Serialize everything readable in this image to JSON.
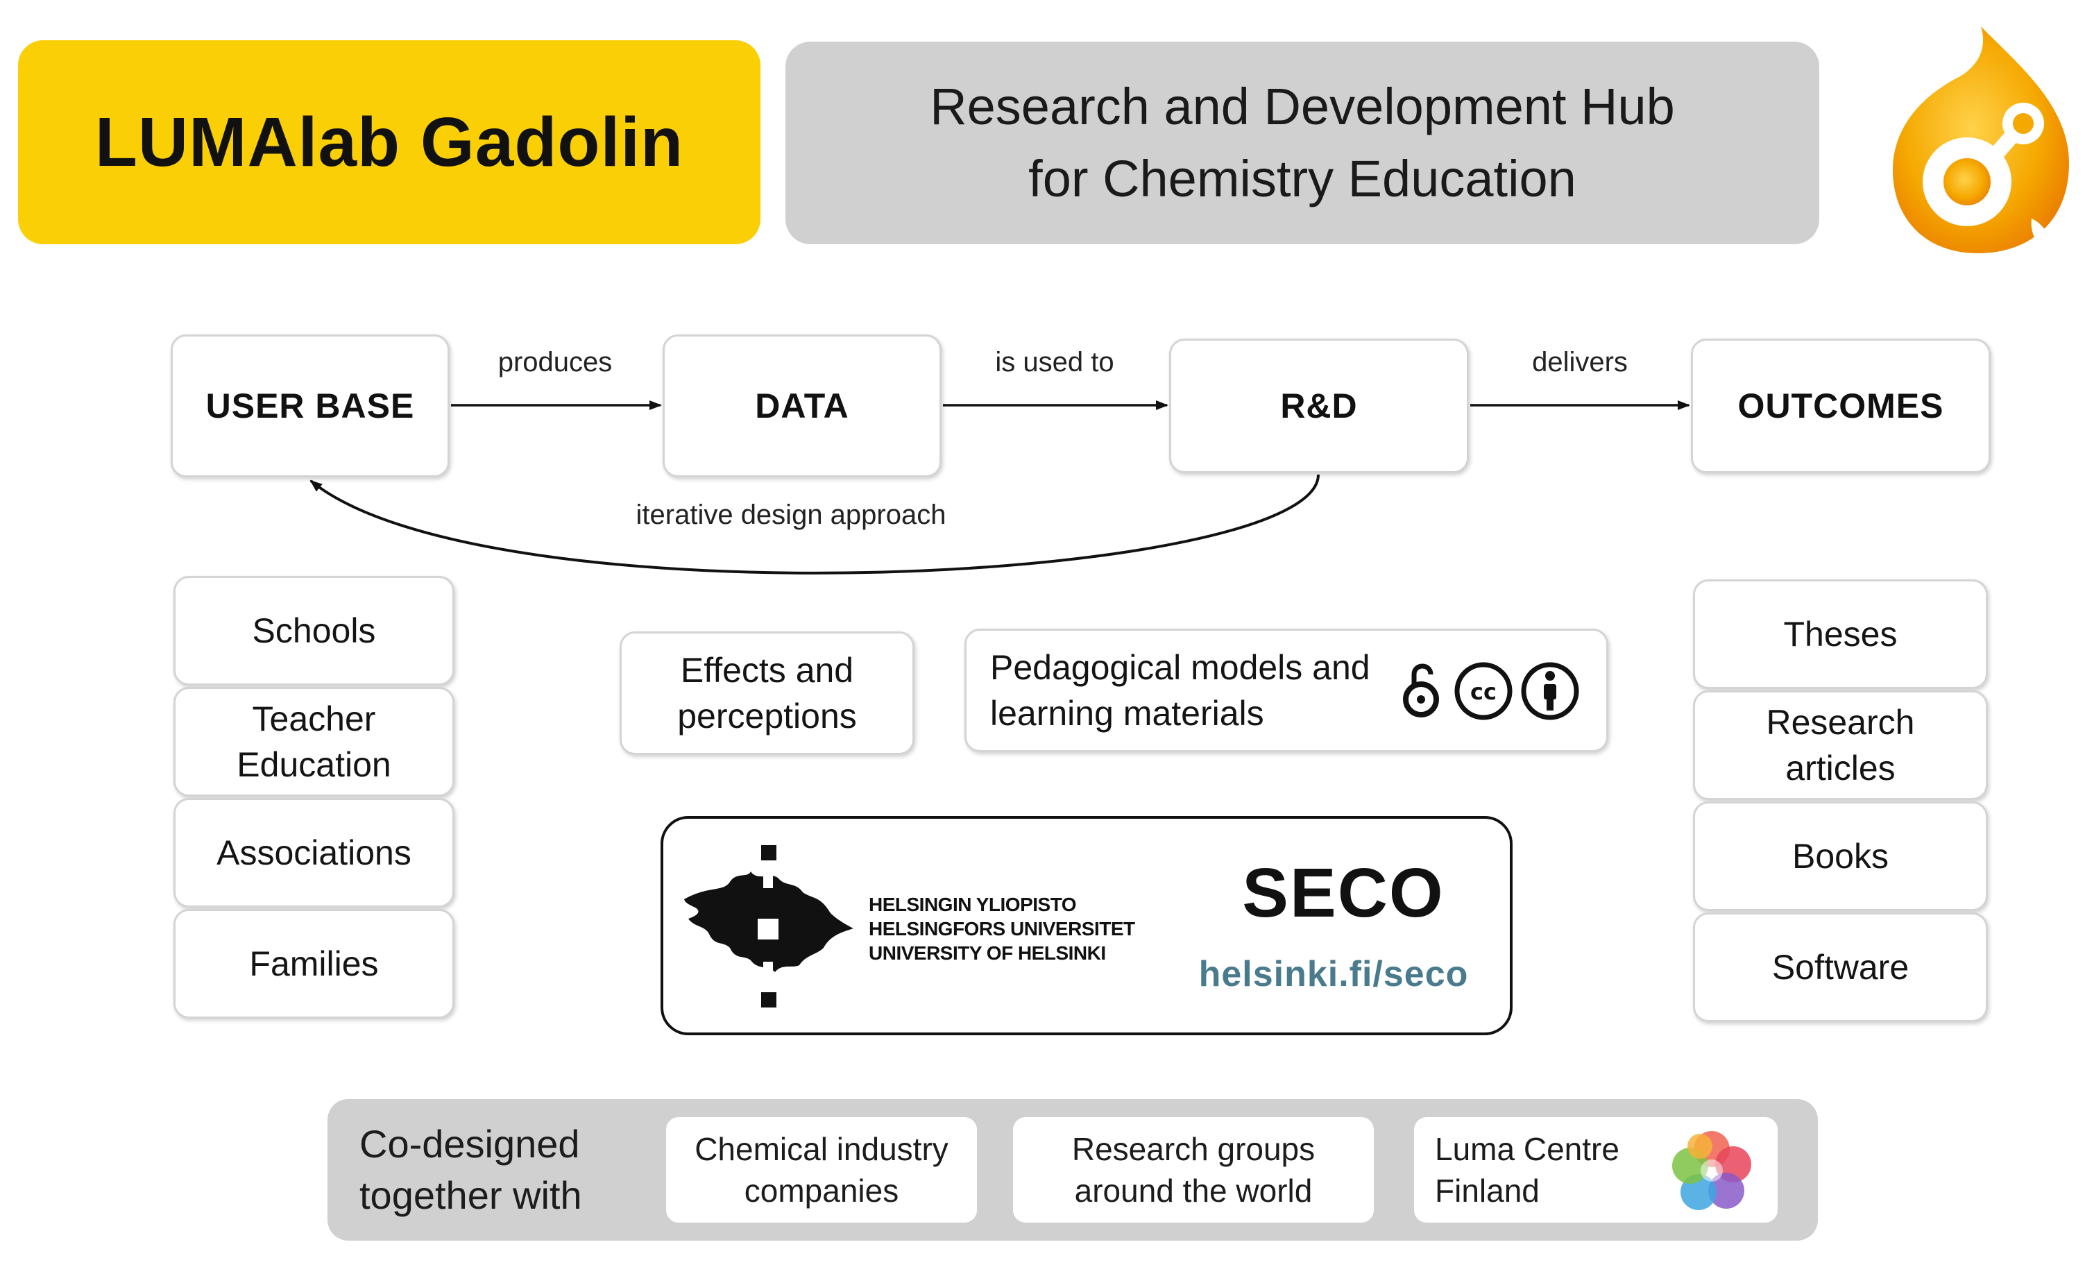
{
  "header": {
    "title": "LUMAlab Gadolin",
    "subtitle_line1": "Research and Development Hub",
    "subtitle_line2": "for Chemistry Education"
  },
  "flow": {
    "nodes": [
      "USER BASE",
      "DATA",
      "R&D",
      "OUTCOMES"
    ],
    "arrows": [
      "produces",
      "is used to",
      "delivers"
    ],
    "feedback": "iterative design approach"
  },
  "user_base": [
    "Schools",
    "Teacher Education",
    "Associations",
    "Families"
  ],
  "data_item": "Effects and perceptions",
  "rd_item": "Pedagogical models and learning materials",
  "outcomes": [
    "Theses",
    "Research articles",
    "Books",
    "Software"
  ],
  "seco": {
    "university_lines": [
      "HELSINGIN YLIOPISTO",
      "HELSINGFORS UNIVERSITET",
      "UNIVERSITY OF HELSINKI"
    ],
    "title": "SECO",
    "url": "helsinki.fi/seco"
  },
  "codesign": {
    "label": "Co-designed together with",
    "partners": [
      "Chemical industry companies",
      "Research groups around the world",
      "Luma Centre Finland"
    ]
  },
  "colors": {
    "title_bg": "#FBCF05",
    "subtitle_bg": "#D0D0D0",
    "band_bg": "#D0D0D0",
    "seco_url": "#4A7B8C",
    "logo_orange": "#F5A800"
  },
  "icons": [
    "lumalab-logo",
    "open-access-icon",
    "creative-commons-icon",
    "attribution-icon",
    "helsinki-flame-logo",
    "luma-flower-logo"
  ]
}
